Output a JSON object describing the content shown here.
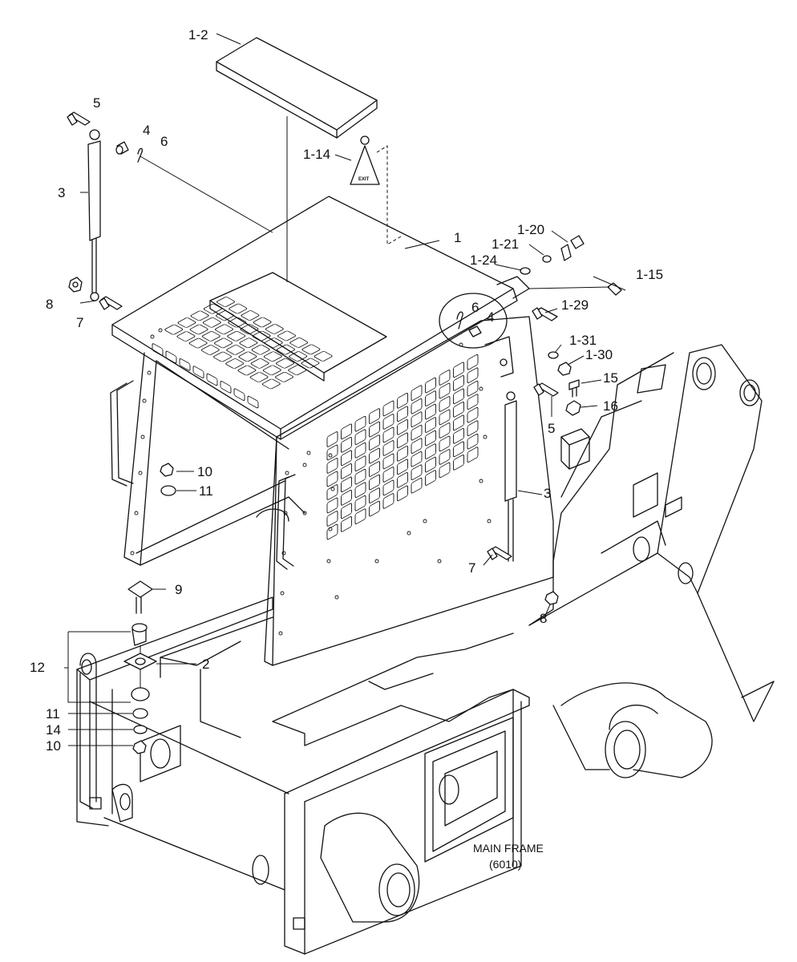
{
  "callouts": {
    "c_1_2": "1-2",
    "c_1_14": "1-14",
    "c_1": "1",
    "c_1_20": "1-20",
    "c_1_21": "1-21",
    "c_1_24": "1-24",
    "c_1_15": "1-15",
    "c_1_29": "1-29",
    "c_1_31": "1-31",
    "c_1_30": "1-30",
    "c_5_top": "5",
    "c_4_top": "4",
    "c_6_top": "6",
    "c_3_left": "3",
    "c_8_left": "8",
    "c_7_left": "7",
    "c_6_circle": "6",
    "c_4_circle": "4",
    "c_15": "15",
    "c_16": "16",
    "c_5_right": "5",
    "c_3_right": "3",
    "c_7_right": "7",
    "c_8_right": "8",
    "c_10_upper": "10",
    "c_11_upper": "11",
    "c_9": "9",
    "c_2": "2",
    "c_12": "12",
    "c_11_lower": "11",
    "c_14": "14",
    "c_10_lower": "10"
  },
  "sign": {
    "line1": "EXIT"
  },
  "frame_label": {
    "line1": "MAIN FRAME",
    "line2": "(6010)"
  }
}
